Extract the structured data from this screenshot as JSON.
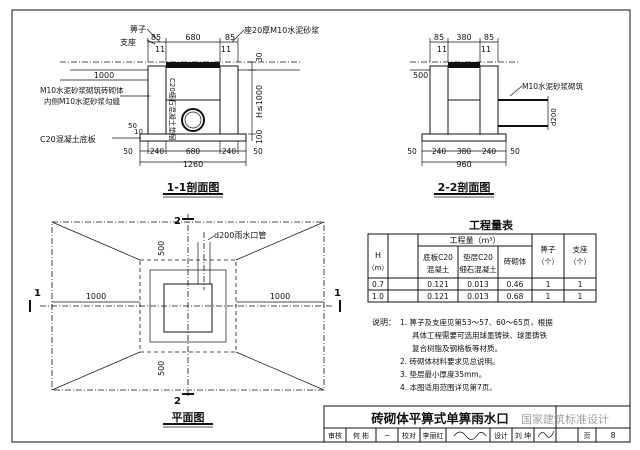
{
  "section11": {
    "title": "1-1剖面图",
    "grate": "箅子",
    "support": "支座",
    "mortar_bed": "座20厚M10水泥砂浆",
    "wall_note1": "M10水泥砂浆砌筑砖砌体",
    "wall_note2": "内侧M10水泥砂浆勾缝",
    "fine_concrete": "C20细石混凝土垫层",
    "base_note": "C20混凝土底板",
    "dims": {
      "top_85": "85",
      "top_680": "680",
      "top_11a": "11",
      "top_11b": "11",
      "left_1000": "1000",
      "right_30": "30",
      "right_H": "H≤1000",
      "right_100": "100",
      "left_50": "50",
      "left_10": "10",
      "bot_50a": "50",
      "bot_240a": "240",
      "bot_680": "680",
      "bot_240b": "240",
      "bot_50b": "50",
      "bot_1260": "1260"
    }
  },
  "section22": {
    "title": "2-2剖面图",
    "pipe_note": "M10水泥砂浆砌筑",
    "pipe_dim": "d200",
    "dims": {
      "top_85a": "85",
      "top_380": "380",
      "top_85b": "85",
      "top_11a": "11",
      "top_11b": "11",
      "left_500": "500",
      "bot_50a": "50",
      "bot_240a": "240",
      "bot_380": "380",
      "bot_240b": "240",
      "bot_50b": "50",
      "bot_960": "960"
    }
  },
  "plan": {
    "title": "平面图",
    "pipe_label": "d200雨水口管",
    "marker_1": "1",
    "marker_2": "2",
    "dims": {
      "left_1000": "1000",
      "right_1000": "1000",
      "top_500": "500",
      "bot_500": "500"
    }
  },
  "quantity_table": {
    "title": "工程量表",
    "headers": {
      "h": "H",
      "h_unit": "（m）",
      "quantity": "工程量（m³）",
      "base": "底板C20",
      "base2": "混凝土",
      "cushion": "垫层C20",
      "cushion2": "细石混凝土",
      "brick": "砖砌体",
      "grate": "箅子",
      "grate_unit": "（个）",
      "support": "支座",
      "support_unit": "（个）"
    },
    "rows": [
      [
        "0.7",
        "0.121",
        "0.013",
        "0.46",
        "1",
        "1"
      ],
      [
        "1.0",
        "0.121",
        "0.013",
        "0.68",
        "1",
        "1"
      ]
    ]
  },
  "notes": {
    "label": "说明：",
    "items": [
      "1. 箅子及支座见第53～57、60～65页，根据",
      "具体工程需要可选用球墨铸铁、球墨铸铁",
      "复合树脂及钢格板等材质。",
      "2. 砖砌体材料要求见总说明。",
      "3. 垫层最小厚度35mm。",
      "4. 本图适用范围详见第7页。"
    ]
  },
  "title_block": {
    "drawing_title": "砖砌体平箅式单箅雨水口",
    "watermark": "国家建筑标准设计",
    "review": "审核",
    "review_name": "何 彬",
    "check": "校对",
    "check_name": "李丽红",
    "design": "设计",
    "design_name": "刘 坤",
    "page_label": "页",
    "page_no": "8"
  }
}
